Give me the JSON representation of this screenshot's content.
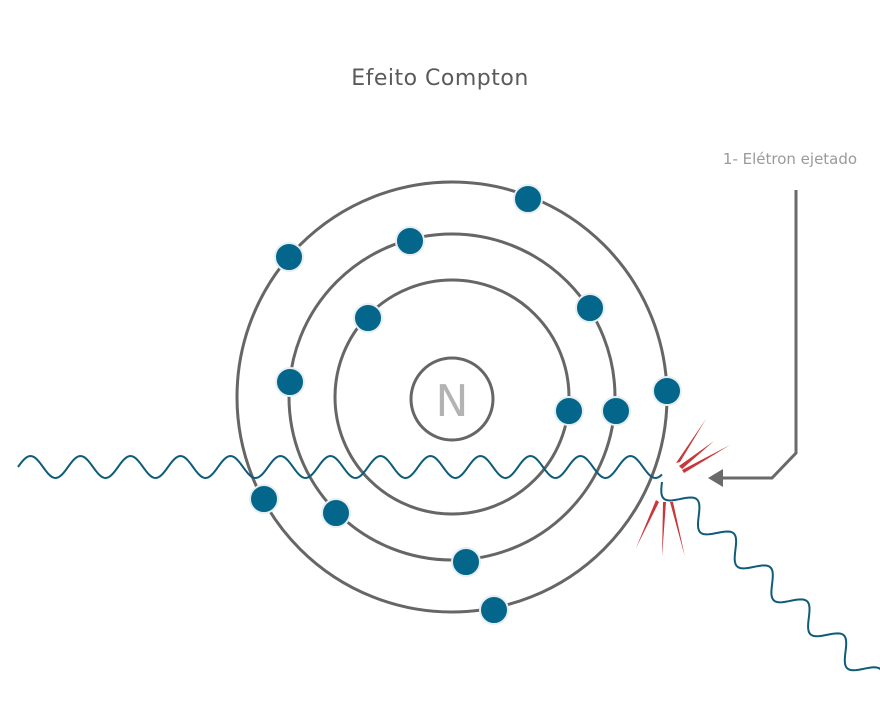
{
  "title": "Efeito Compton",
  "nucleus": {
    "label": "N"
  },
  "callout": {
    "label": "1- Elétron ejetado"
  },
  "colors": {
    "orbit": "#666666",
    "electron": "#03668a",
    "electron_stroke": "#e6eef2",
    "wave": "#0f5c78",
    "impact": "#c9373a",
    "arrow": "#6a6a6a"
  }
}
